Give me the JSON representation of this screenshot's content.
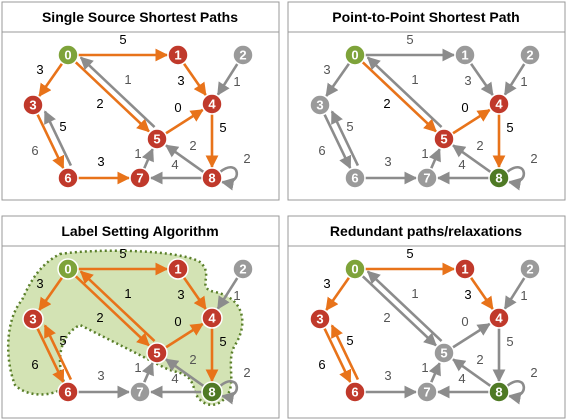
{
  "colors": {
    "red": "#c0392b",
    "green": "#7ea33a",
    "dark_green": "#4f7a25",
    "gray": "#9a9a9a",
    "orange": "#e8731a",
    "edge_gray": "#8c8c8c",
    "highlight_fill": "#d3e3b4",
    "highlight_border": "#5a7f2a"
  },
  "panels": [
    {
      "title": "Single Source Shortest Paths",
      "node_colors": [
        "green",
        "red",
        "gray",
        "red",
        "red",
        "red",
        "red",
        "red",
        "red"
      ]
    },
    {
      "title": "Point-to-Point Shortest Path",
      "node_colors": [
        "green",
        "gray",
        "gray",
        "gray",
        "red",
        "red",
        "gray",
        "gray",
        "dark_green"
      ]
    },
    {
      "title": "Label Setting Algorithm",
      "node_colors": [
        "green",
        "red",
        "gray",
        "red",
        "red",
        "red",
        "red",
        "gray",
        "dark_green"
      ]
    },
    {
      "title": "Redundant paths/relaxations",
      "node_colors": [
        "green",
        "red",
        "gray",
        "red",
        "red",
        "gray",
        "red",
        "gray",
        "dark_green"
      ]
    }
  ],
  "node_labels": [
    "0",
    "1",
    "2",
    "3",
    "4",
    "5",
    "6",
    "7",
    "8"
  ],
  "weights": {
    "e01": "5",
    "e03": "3",
    "e05": "2",
    "e51": "1",
    "e14": "3",
    "e24": "1",
    "e54": "0",
    "e36": "5",
    "e63": "6",
    "e67": "3",
    "e48": "5",
    "e75": "1",
    "e85": "2",
    "e87": "4",
    "e88": "2"
  }
}
